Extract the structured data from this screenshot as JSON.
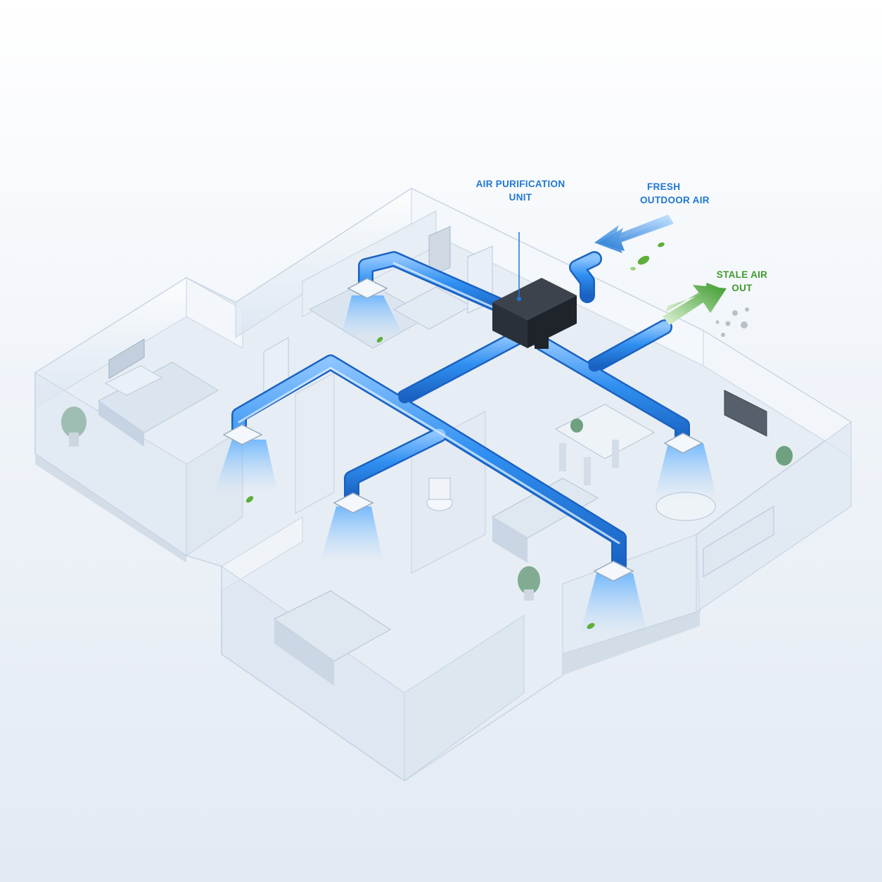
{
  "labels": {
    "unit": [
      "AIR PURIFICATION",
      "UNIT"
    ],
    "fresh": [
      "FRESH",
      "OUTDOOR AIR"
    ],
    "stale": [
      "STALE AIR",
      "OUT"
    ]
  },
  "colors": {
    "intake": "#1f77d4",
    "exhaust": "#3e9b2f",
    "duct": "#2f8ff0",
    "duct_dark": "#1a62c2",
    "wall": "#eef3f9",
    "floor": "#e6ecf3",
    "unit_box": "#2a3038"
  },
  "icons": {
    "fresh_arrow": "arrow-intake-icon",
    "stale_arrow": "arrow-exhaust-icon",
    "leaf": "leaf-icon",
    "diffuser": "ceiling-diffuser-icon",
    "plant": "potted-plant-icon"
  }
}
